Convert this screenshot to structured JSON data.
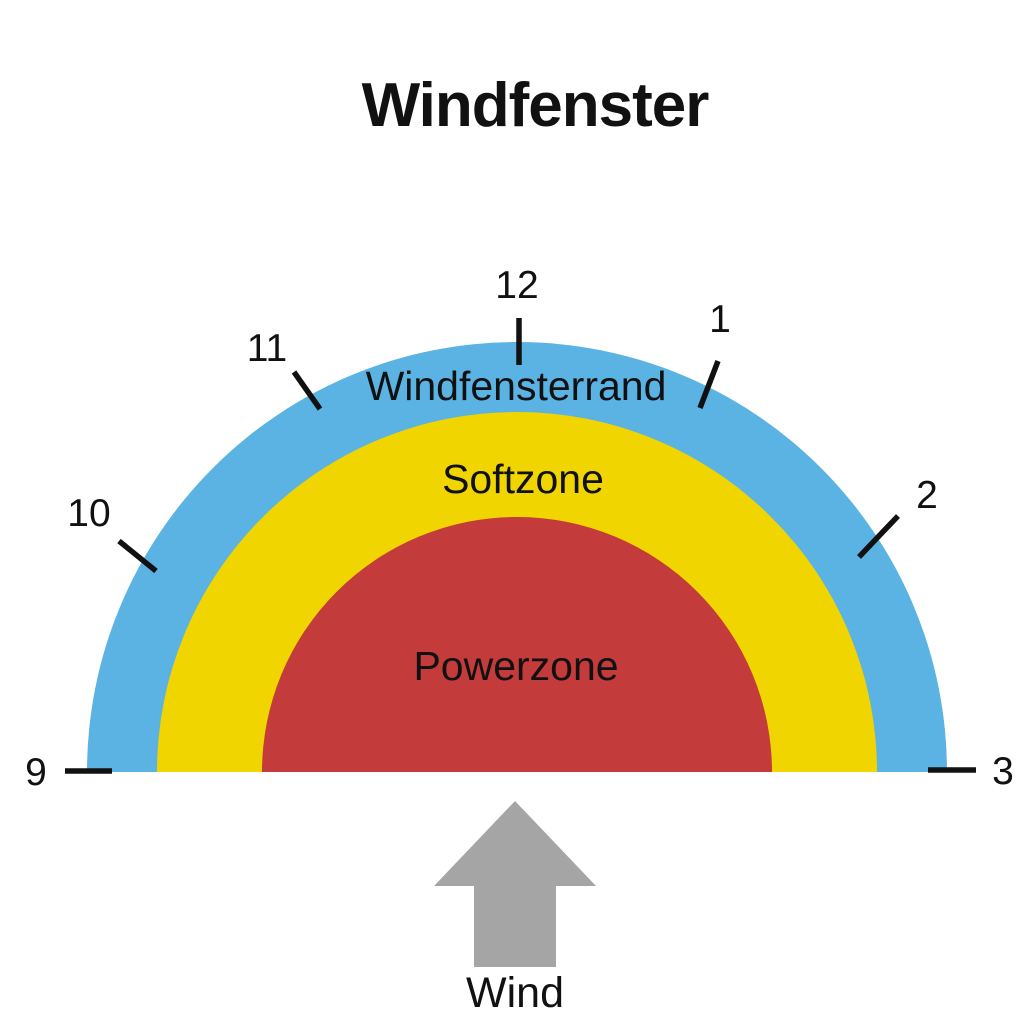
{
  "title": "Windfenster",
  "zones": [
    {
      "id": "windfensterrand",
      "label": "Windfensterrand",
      "color": "#5BB3E3"
    },
    {
      "id": "softzone",
      "label": "Softzone",
      "color": "#F1D500"
    },
    {
      "id": "powerzone",
      "label": "Powerzone",
      "color": "#C43B3B"
    }
  ],
  "clock_positions": [
    {
      "label": "9"
    },
    {
      "label": "10"
    },
    {
      "label": "11"
    },
    {
      "label": "12"
    },
    {
      "label": "1"
    },
    {
      "label": "2"
    },
    {
      "label": "3"
    }
  ],
  "wind": {
    "label": "Wind",
    "arrow_color": "#A5A5A5"
  },
  "colors": {
    "text": "#111111",
    "tick": "#111111",
    "background": "#FFFFFF"
  }
}
